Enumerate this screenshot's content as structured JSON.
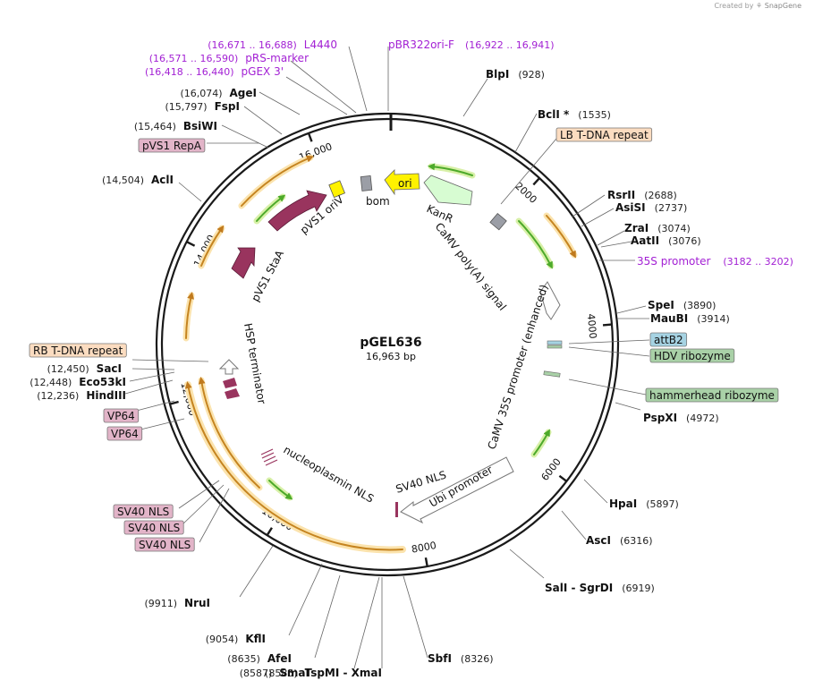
{
  "credit": {
    "prefix": "Created by",
    "brand": "SnapGene"
  },
  "plasmid": {
    "name": "pGEL636",
    "size_label": "16,963 bp",
    "length": 16963
  },
  "scale_labels": [
    {
      "bp": 2000,
      "label": "2000"
    },
    {
      "bp": 4000,
      "label": "4000"
    },
    {
      "bp": 6000,
      "label": "6000"
    },
    {
      "bp": 8000,
      "label": "8000"
    },
    {
      "bp": 10000,
      "label": "10,000"
    },
    {
      "bp": 12000,
      "label": "12,000"
    },
    {
      "bp": 14000,
      "label": "14,000"
    },
    {
      "bp": 16000,
      "label": "16,000"
    }
  ],
  "sites": [
    {
      "name": "BlpI",
      "pos": "(928)",
      "bp": 928,
      "side": "right"
    },
    {
      "name": "BclI *",
      "pos": "(1535)",
      "bp": 1535,
      "side": "right"
    },
    {
      "name": "RsrII",
      "pos": "(2688)",
      "bp": 2688,
      "side": "right"
    },
    {
      "name": "AsiSI",
      "pos": "(2737)",
      "bp": 2737,
      "side": "right"
    },
    {
      "name": "ZraI",
      "pos": "(3074)",
      "bp": 3074,
      "side": "right"
    },
    {
      "name": "AatII",
      "pos": "(3076)",
      "bp": 3076,
      "side": "right"
    },
    {
      "name": "SpeI",
      "pos": "(3890)",
      "bp": 3890,
      "side": "right"
    },
    {
      "name": "MauBI",
      "pos": "(3914)",
      "bp": 3914,
      "side": "right"
    },
    {
      "name": "PspXI",
      "pos": "(4972)",
      "bp": 4972,
      "side": "right"
    },
    {
      "name": "HpaI",
      "pos": "(5897)",
      "bp": 5897,
      "side": "right"
    },
    {
      "name": "AscI",
      "pos": "(6316)",
      "bp": 6316,
      "side": "right"
    },
    {
      "name": "SalI  - SgrDI",
      "pos": "(6919)",
      "bp": 6919,
      "side": "right"
    },
    {
      "name": "SbfI",
      "pos": "(8326)",
      "bp": 8326,
      "side": "right"
    },
    {
      "name": "TspMI  - XmaI",
      "pos": "(8585)",
      "bp": 8585,
      "side": "left"
    },
    {
      "name": "SmaI",
      "pos": "(8587)",
      "bp": 8587,
      "side": "left"
    },
    {
      "name": "AfeI",
      "pos": "(8635)",
      "bp": 8635,
      "side": "left"
    },
    {
      "name": "KflI",
      "pos": "(9054)",
      "bp": 9054,
      "side": "left"
    },
    {
      "name": "NruI",
      "pos": "(9911)",
      "bp": 9911,
      "side": "left"
    },
    {
      "name": "HindIII",
      "pos": "(12,236)",
      "bp": 12236,
      "side": "left"
    },
    {
      "name": "Eco53kI",
      "pos": "(12,448)",
      "bp": 12448,
      "side": "left"
    },
    {
      "name": "SacI",
      "pos": "(12,450)",
      "bp": 12450,
      "side": "left"
    },
    {
      "name": "AclI",
      "pos": "(14,504)",
      "bp": 14504,
      "side": "left"
    },
    {
      "name": "BsiWI",
      "pos": "(15,464)",
      "bp": 15464,
      "side": "left"
    },
    {
      "name": "FspI",
      "pos": "(15,797)",
      "bp": 15797,
      "side": "left"
    },
    {
      "name": "AgeI",
      "pos": "(16,074)",
      "bp": 16074,
      "side": "left"
    }
  ],
  "primers": [
    {
      "name": "pGEX 3'",
      "range": "(16,418 .. 16,440)",
      "bp": 16429
    },
    {
      "name": "pRS-marker",
      "range": "(16,571 .. 16,590)",
      "bp": 16580
    },
    {
      "name": "L4440",
      "range": "(16,671 .. 16,688)",
      "bp": 16680
    },
    {
      "name": "pBR322ori-F",
      "range": "(16,922 .. 16,941)",
      "bp": 16931
    },
    {
      "name": "35S promoter",
      "range": "(3182 .. 3202)",
      "bp": 3192
    }
  ],
  "boxed_features": [
    {
      "name": "LB T-DNA repeat",
      "kind": "repeat"
    },
    {
      "name": "attB2",
      "kind": "site"
    },
    {
      "name": "HDV ribozyme",
      "kind": "rna"
    },
    {
      "name": "hammerhead ribozyme",
      "kind": "rna"
    },
    {
      "name": "pVS1 RepA",
      "kind": "cds"
    },
    {
      "name": "RB T-DNA repeat",
      "kind": "repeat"
    },
    {
      "name": "VP64",
      "kind": "cds"
    },
    {
      "name": "VP64",
      "kind": "cds"
    },
    {
      "name": "SV40 NLS",
      "kind": "cds"
    },
    {
      "name": "SV40 NLS",
      "kind": "cds"
    },
    {
      "name": "SV40 NLS",
      "kind": "cds"
    }
  ],
  "inner_features": [
    {
      "name": "ori",
      "kind": "ori"
    },
    {
      "name": "KanR",
      "kind": "marker"
    },
    {
      "name": "bom",
      "kind": "misc"
    },
    {
      "name": "pVS1 oriV",
      "kind": "ori"
    },
    {
      "name": "pVS1 StaA",
      "kind": "cds"
    },
    {
      "name": "CaMV poly(A) signal",
      "kind": "terminator"
    },
    {
      "name": "CaMV 35S promoter (enhanced)",
      "kind": "promoter"
    },
    {
      "name": "HSP terminator",
      "kind": "terminator"
    },
    {
      "name": "nucleoplasmin NLS",
      "kind": "cds"
    },
    {
      "name": "SV40 NLS",
      "kind": "cds"
    },
    {
      "name": "Ubi promoter",
      "kind": "promoter"
    }
  ],
  "colors": {
    "backbone": "#1a1a1a",
    "site_label": "#000000",
    "primer": "#a321d4",
    "cds": "#99345e",
    "cds_box": "#e2b4c8",
    "repeat_box": "#fbdcc0",
    "rna_box": "#a9d1a7",
    "site_box": "#a6d3e3",
    "ori": "#fff200",
    "marker": "#d7fcd2",
    "misc": "#9b9ea6",
    "orange_arc": "#e7a84a",
    "orange_glow": "#fbe3ad",
    "green_arc": "#4daa2a",
    "green_glow": "#d8f0a8"
  }
}
